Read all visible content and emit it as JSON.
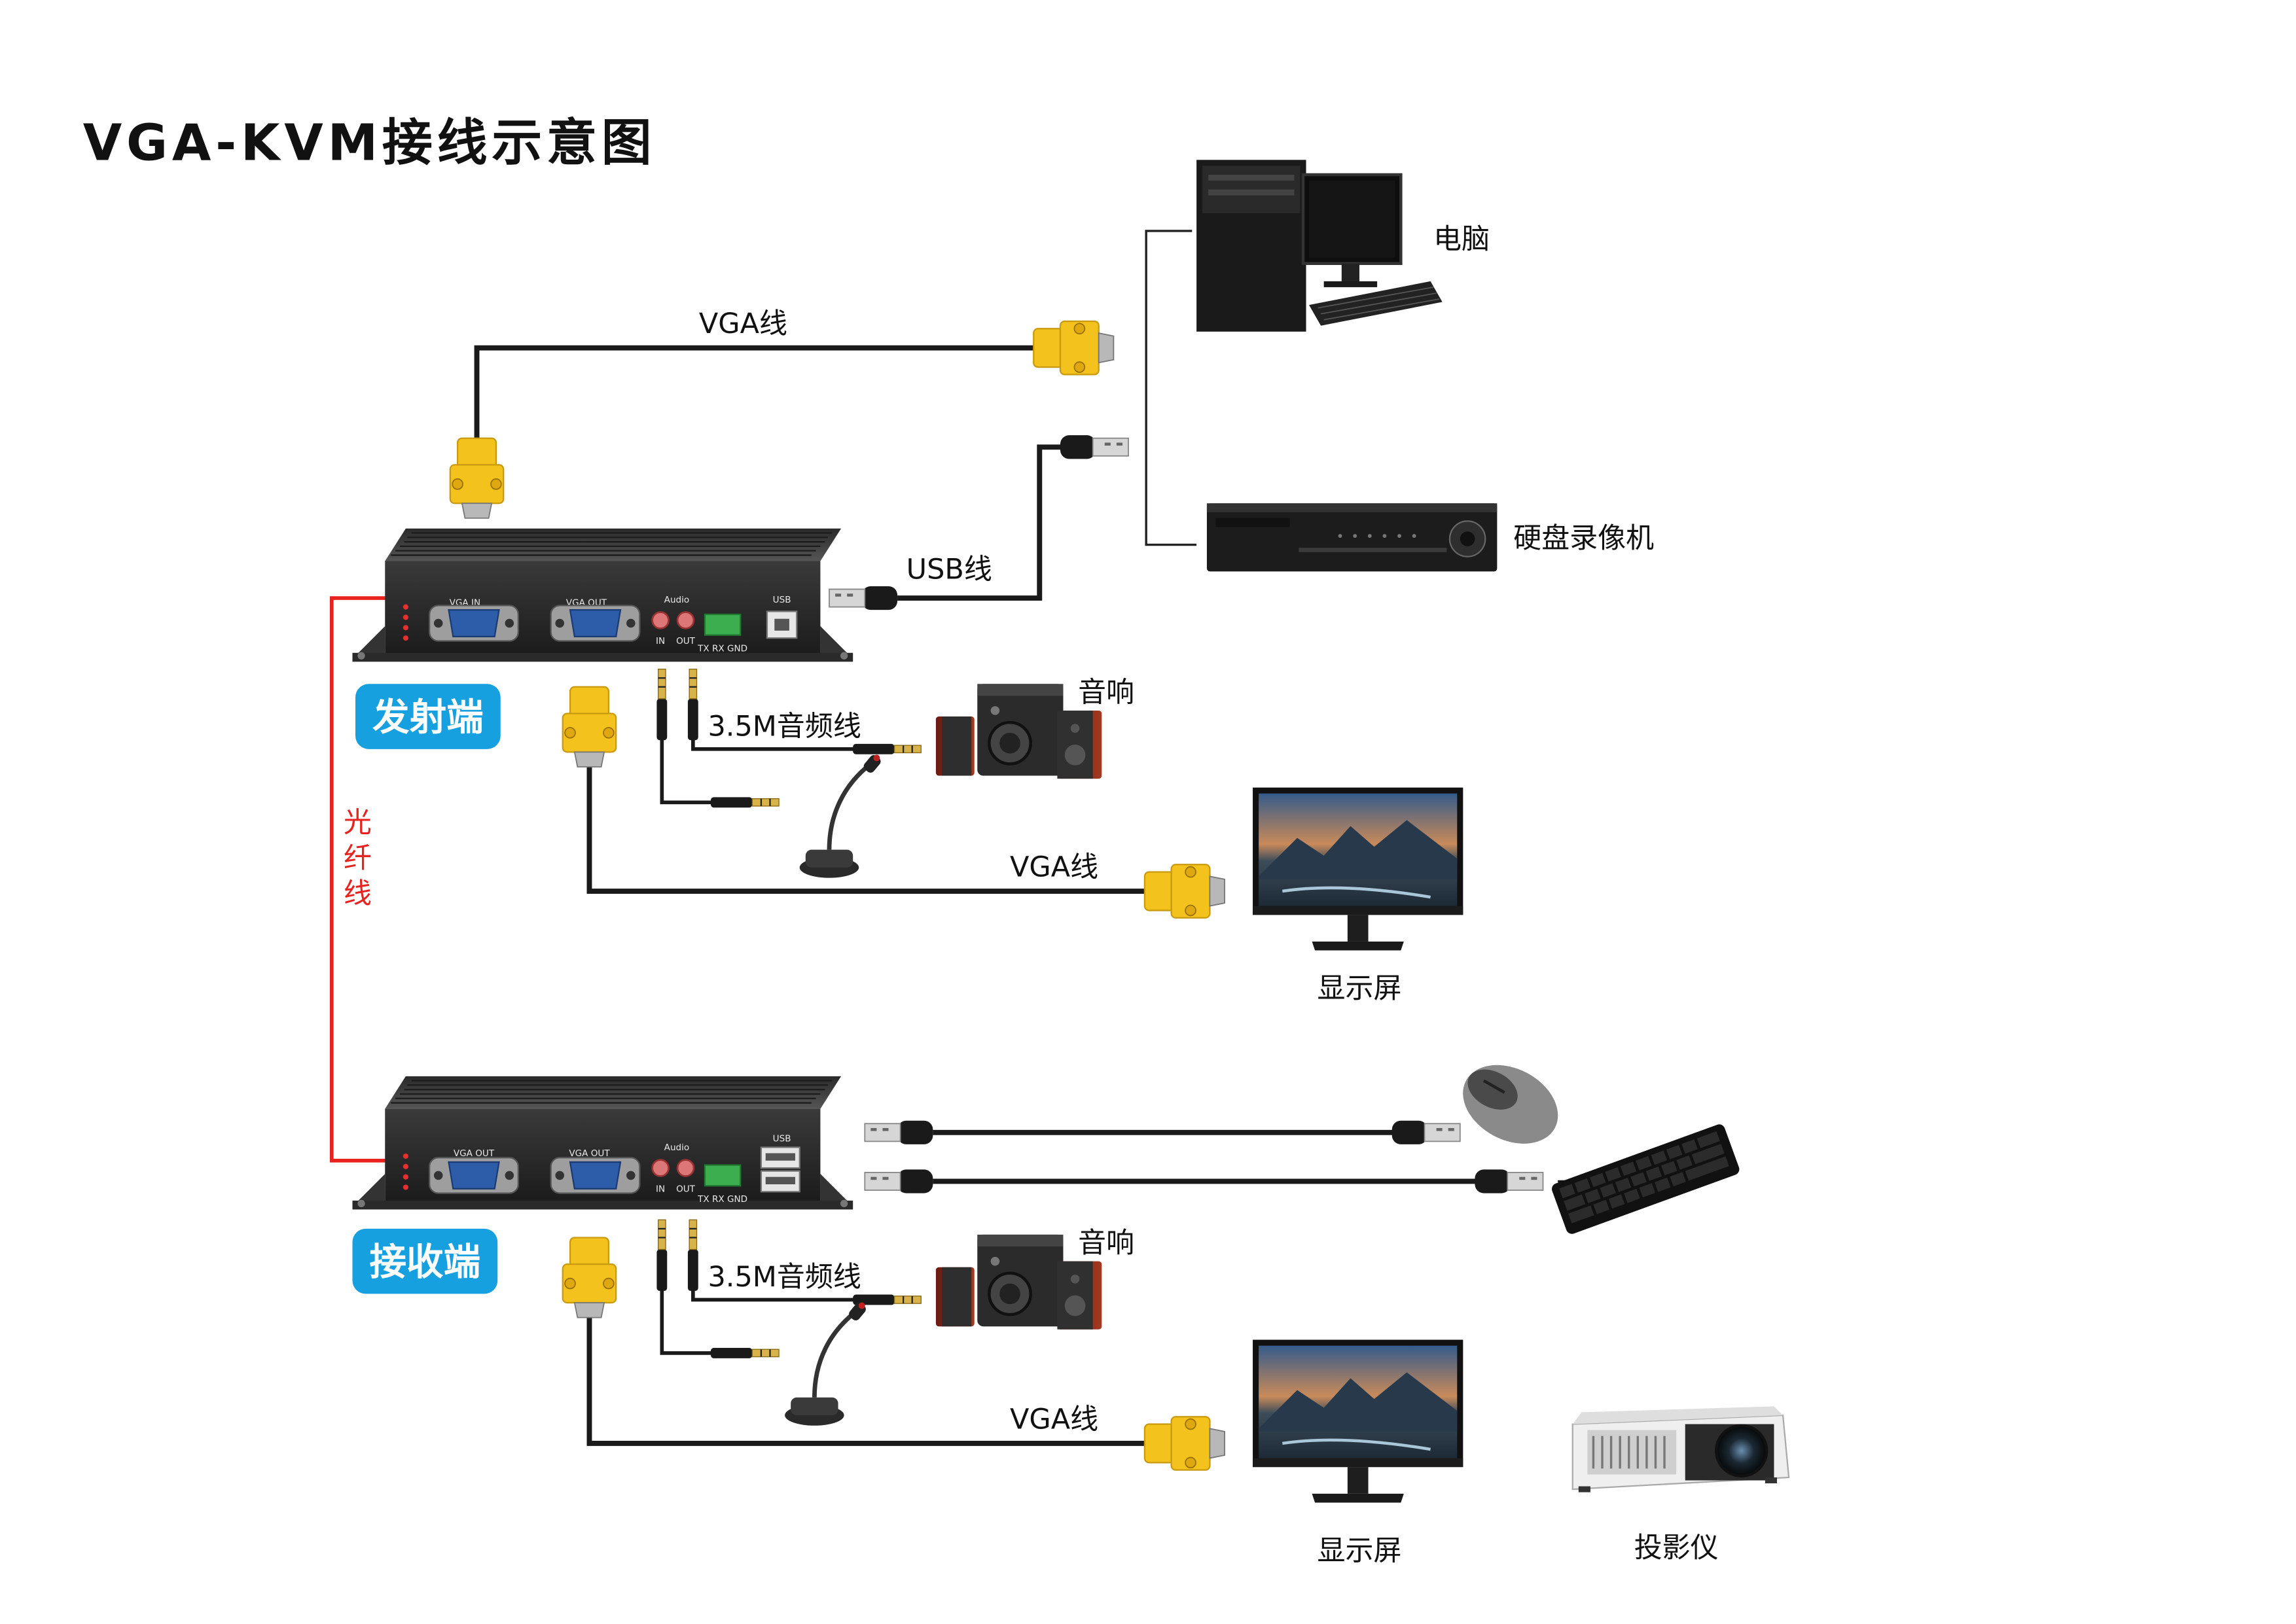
{
  "title": "VGA-KVM接线示意图",
  "devices": {
    "computer": "电脑",
    "dvr": "硬盘录像机",
    "speaker_top": "音响",
    "speaker_bottom": "音响",
    "monitor_top": "显示屏",
    "monitor_bottom": "显示屏",
    "projector": "投影仪"
  },
  "units": {
    "transmitter": {
      "badge": "发射端",
      "ports": {
        "vga_in": "VGA IN",
        "vga_out": "VGA OUT",
        "audio": "Audio",
        "audio_in": "IN",
        "audio_out": "OUT",
        "serial": "TX RX GND",
        "usb": "USB"
      }
    },
    "receiver": {
      "badge": "接收端",
      "ports": {
        "vga_out_1": "VGA OUT",
        "vga_out_2": "VGA OUT",
        "audio": "Audio",
        "audio_in": "IN",
        "audio_out": "OUT",
        "serial": "TX RX GND",
        "usb": "USB"
      }
    }
  },
  "cables": {
    "vga_top": "VGA线",
    "usb_top": "USB线",
    "audio_top": "3.5M音频线",
    "vga_tx_monitor": "VGA线",
    "fiber": [
      "光",
      "纤",
      "线"
    ],
    "audio_bottom": "3.5M音频线",
    "vga_rx_monitor": "VGA线"
  },
  "colors": {
    "fiber": "#e8231f",
    "badge": "#16a0e0",
    "vga_connector": "#f4c21c",
    "vga_port": "#2d5ca8",
    "terminal_block": "#3cae4f",
    "unit_body": "#262626"
  }
}
